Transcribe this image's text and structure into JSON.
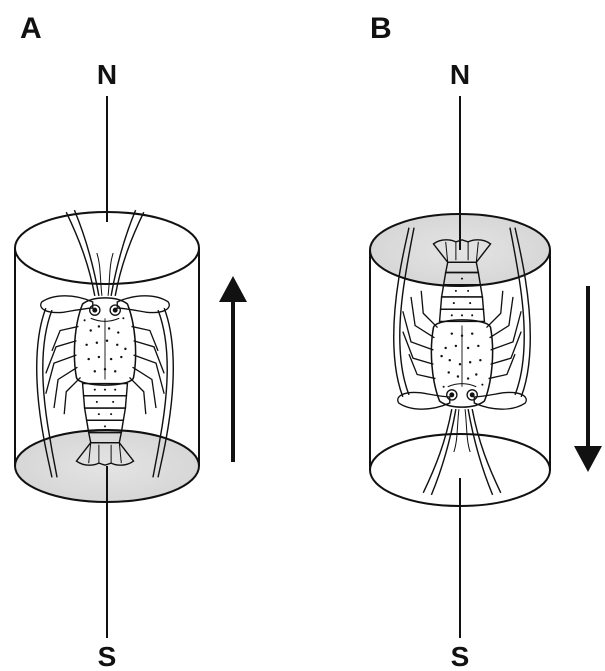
{
  "panels": [
    {
      "id": "A",
      "label": "A",
      "pole_top": "N",
      "pole_bottom": "S",
      "animal": "lobster",
      "head_toward": "N",
      "shaded_end": "bottom",
      "arrow_direction": "up"
    },
    {
      "id": "B",
      "label": "B",
      "pole_top": "N",
      "pole_bottom": "S",
      "animal": "lobster",
      "head_toward": "S",
      "shaded_end": "top",
      "arrow_direction": "down"
    }
  ],
  "colors": {
    "ink": "#111111",
    "shade": "#dedede",
    "background": "#ffffff"
  }
}
